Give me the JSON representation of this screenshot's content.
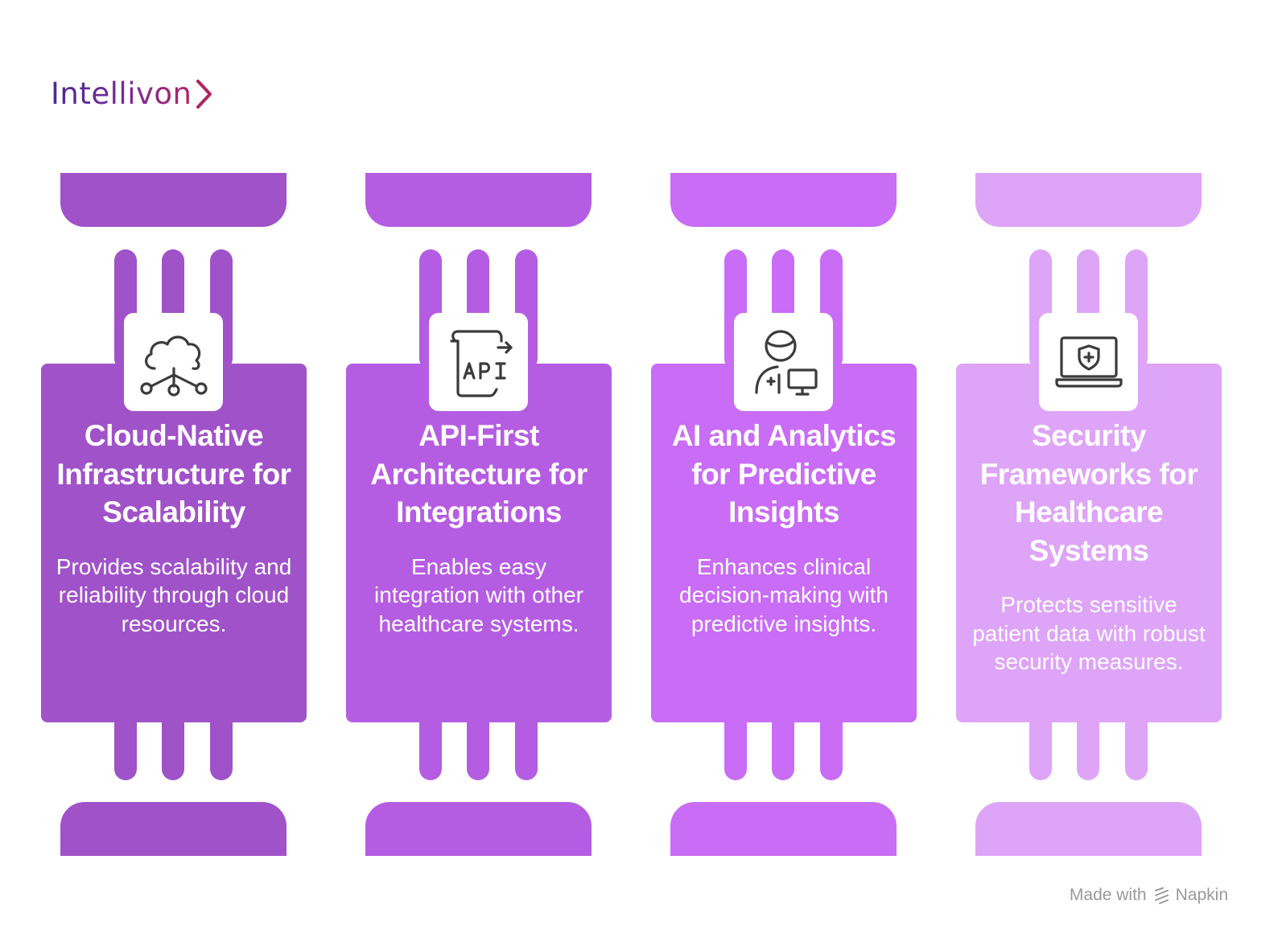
{
  "brand": {
    "name": "Intellivon",
    "chevron_color": "#b0245f"
  },
  "pillars": [
    {
      "title": "Cloud-Native Infrastructure for Scalability",
      "description": "Provides scalability and reliability through cloud resources.",
      "icon": "cloud-network-icon",
      "color": "#a052c9"
    },
    {
      "title": "API-First Architecture for Integrations",
      "description": "Enables easy integration with other healthcare systems.",
      "icon": "api-document-icon",
      "color": "#b55de2"
    },
    {
      "title": "AI and Analytics for Predictive Insights",
      "description": "Enhances clinical decision-making with predictive insights.",
      "icon": "doctor-computer-icon",
      "color": "#c96cf6"
    },
    {
      "title": "Security Frameworks for Healthcare Systems",
      "description": "Protects sensitive patient data with robust security measures.",
      "icon": "laptop-shield-icon",
      "color": "#dea4f8"
    }
  ],
  "footer": {
    "made_with": "Made with",
    "brand": "Napkin",
    "icon": "napkin-logo-icon"
  }
}
